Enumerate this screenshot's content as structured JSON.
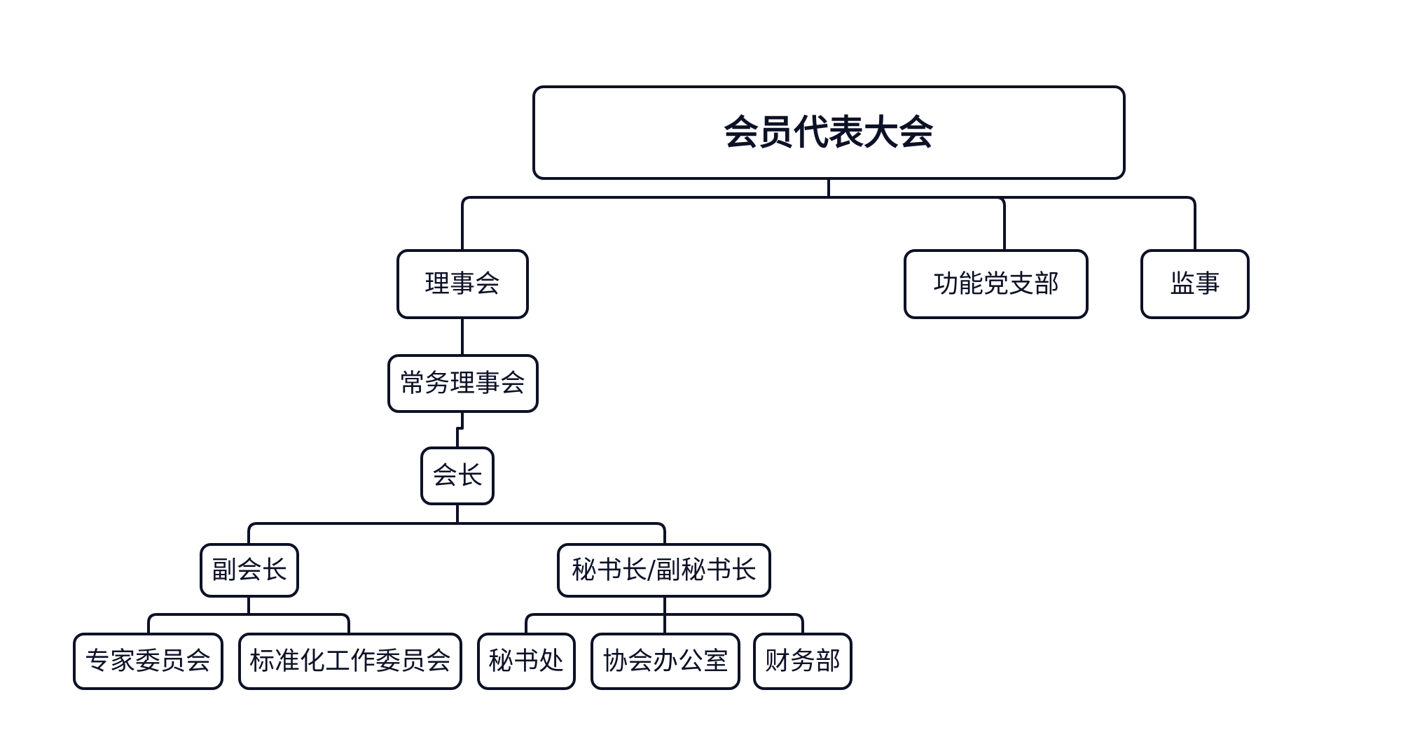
{
  "colors": {
    "stroke": "#0d1126",
    "text": "#0d1126",
    "background": "#ffffff"
  },
  "nodes": {
    "general_assembly": "会员代表大会",
    "council": "理事会",
    "party_branch": "功能党支部",
    "supervisor": "监事",
    "standing_council": "常务理事会",
    "president": "会长",
    "vice_president": "副会长",
    "secretary_general": "秘书长/副秘书长",
    "expert_committee": "专家委员会",
    "standardization_committee": "标准化工作委员会",
    "secretariat": "秘书处",
    "association_office": "协会办公室",
    "finance_department": "财务部"
  }
}
